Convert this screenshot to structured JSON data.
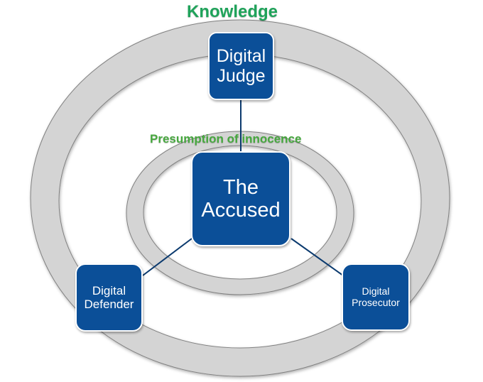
{
  "colors": {
    "box_fill": "#0b4f98",
    "ring_fill": "#d4d4d4",
    "ring_stroke": "#808080",
    "connector": "#0b3a6e",
    "knowledge_text": "#1fa35a",
    "presumption_text": "#47a83f"
  },
  "rings": {
    "outer": {
      "label": "Knowledge"
    },
    "inner": {
      "label": "Presumption of innocence"
    }
  },
  "nodes": {
    "judge": {
      "line1": "Digital",
      "line2": "Judge"
    },
    "accused": {
      "line1": "The",
      "line2": "Accused"
    },
    "defender": {
      "line1": "Digital",
      "line2": "Defender"
    },
    "prosecutor": {
      "line1": "Digital",
      "line2": "Prosecutor"
    }
  }
}
